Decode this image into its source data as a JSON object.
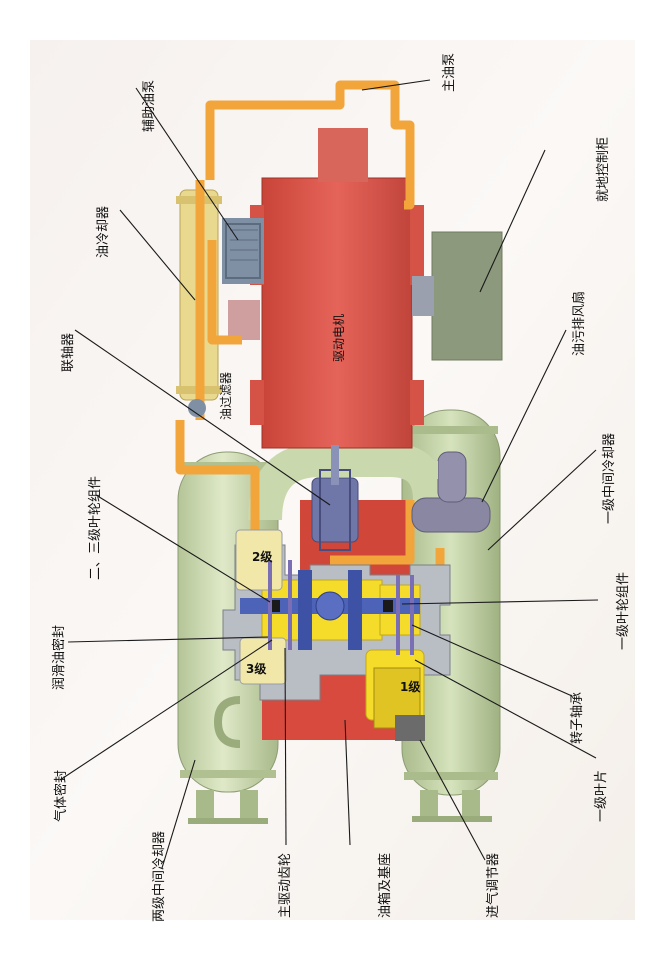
{
  "labels": {
    "main_oil_pump": "主油泵",
    "aux_oil_pump": "辅助油泵",
    "oil_cooler": "油冷却器",
    "local_control_cabinet": "就地控制柜",
    "coupling": "联轴器",
    "oil_filter": "油过滤器",
    "drive_motor": "驱动电机",
    "oil_fume_fan": "油污排风扇",
    "stage23_impeller": "二、三级叶轮组件",
    "stage1_intercooler": "一级中间冷却器",
    "stage1_impeller": "一级叶轮组件",
    "lube_oil_seal": "润滑油密封",
    "rotor_bearing": "转子轴承",
    "gas_seal": "气体密封",
    "stage1_blade": "一级叶片",
    "two_stage_intercooler": "两级中间冷却器",
    "main_drive_gear": "主驱动齿轮",
    "oil_tank_base": "油箱及基座",
    "inlet_regulator": "进气调节器"
  },
  "stage_marks": {
    "stage2": "2级",
    "stage3": "3级",
    "stage1": "1级"
  },
  "colors": {
    "motor": "#e0584b",
    "cooler_tank": "#cddcb0",
    "pipe": "#f2a53a",
    "gearbox_yellow": "#f5dc2a",
    "casing_grey": "#b9bdc4",
    "shaft_blue": "#4c63b8",
    "cabinet": "#88957a",
    "fan": "#8a87a2",
    "aux_pump": "#7f8fa4"
  }
}
